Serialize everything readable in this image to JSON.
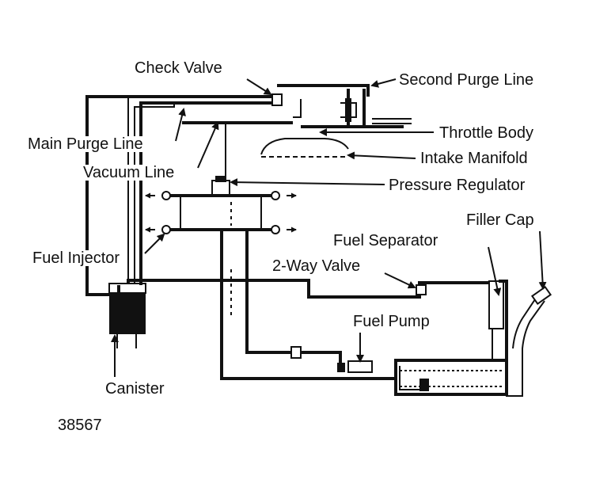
{
  "labels": {
    "check_valve": "Check Valve",
    "second_purge_line": "Second Purge Line",
    "throttle_body": "Throttle Body",
    "main_purge_line": "Main Purge Line",
    "intake_manifold": "Intake Manifold",
    "vacuum_line": "Vacuum Line",
    "pressure_regulator": "Pressure Regulator",
    "filler_cap": "Filler Cap",
    "fuel_separator": "Fuel Separator",
    "fuel_injector": "Fuel Injector",
    "two_way_valve": "2-Way Valve",
    "fuel_pump": "Fuel Pump",
    "canister": "Canister",
    "figure_number": "38567"
  },
  "colors": {
    "ink": "#111111",
    "background": "#ffffff"
  }
}
